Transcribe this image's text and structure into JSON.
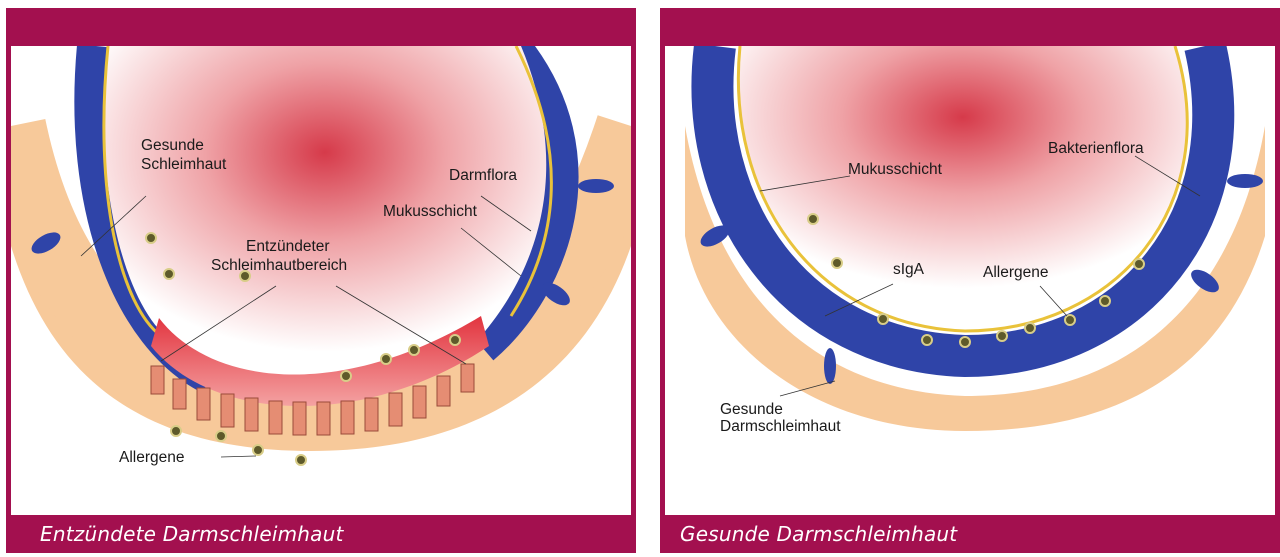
{
  "panels": {
    "left": {
      "caption": "Entzündete Darmschleimhaut",
      "labels": {
        "gesunde_1": "Gesunde",
        "gesunde_2": "Schleimhaut",
        "darmflora": "Darmflora",
        "mukusschicht": "Mukusschicht",
        "entz_1": "Entzündeter",
        "entz_2": "Schleimhautbereich",
        "allergene": "Allergene"
      }
    },
    "right": {
      "caption": "Gesunde Darmschleimhaut",
      "labels": {
        "mukusschicht": "Mukusschicht",
        "bakterienflora": "Bakterienflora",
        "siga": "sIgA",
        "allergene": "Allergene",
        "gesunde_1": "Gesunde",
        "gesunde_2": "Darmschleimhaut"
      }
    }
  },
  "colors": {
    "frame": "#a3104f",
    "mucus": "#2f44a8",
    "cells": "#f7c99a",
    "inflamed": "#e2343f",
    "flora": "#e9c23a",
    "lumen": "#d63a4a"
  }
}
